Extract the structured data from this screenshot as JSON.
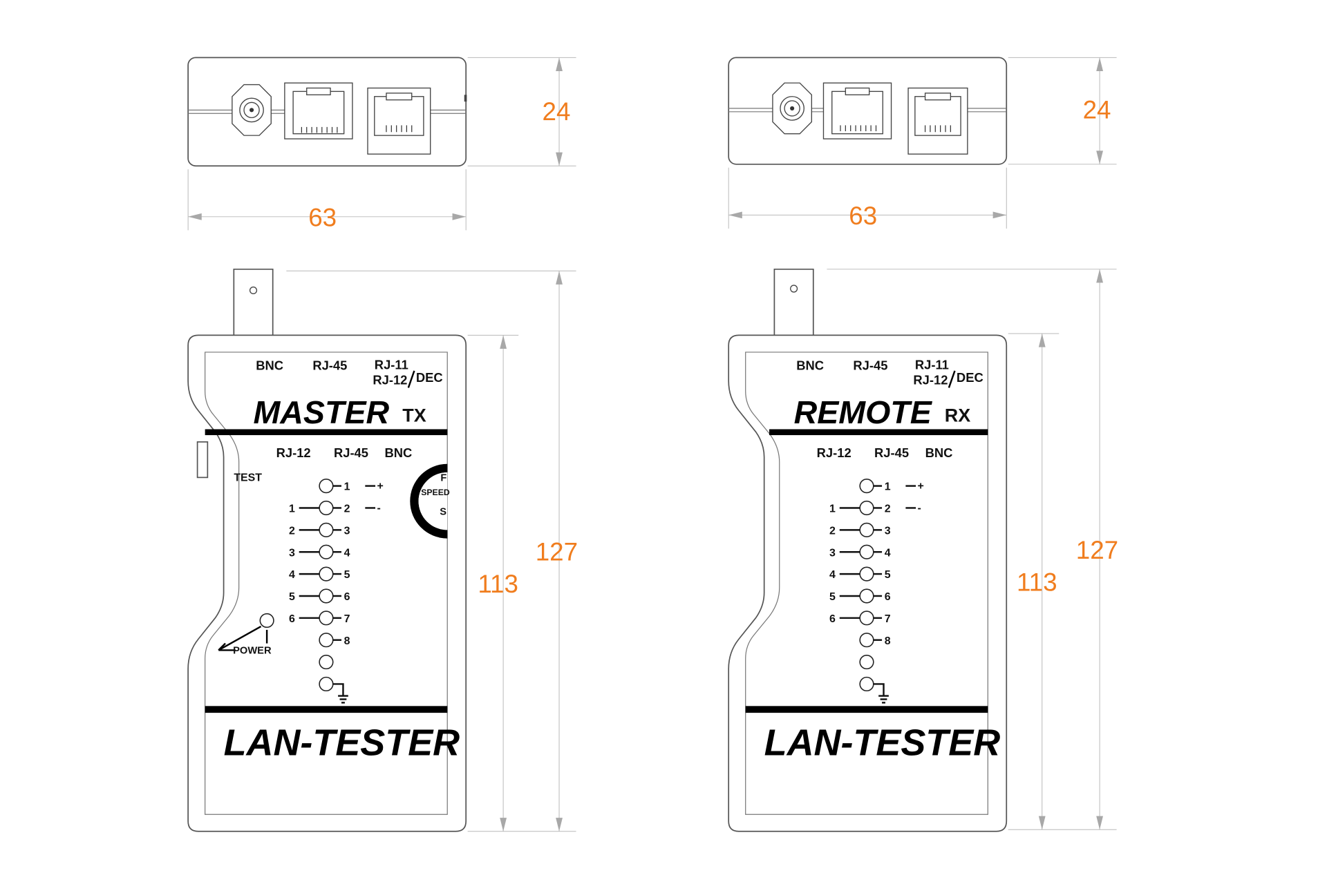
{
  "dimensions": {
    "left_height_top": "24",
    "left_width_top": "63",
    "right_height_top": "24",
    "right_width_top": "63",
    "left_body": "113",
    "left_total": "127",
    "right_body": "113",
    "right_total": "127"
  },
  "master": {
    "top_labels": {
      "bnc": "BNC",
      "rj45": "RJ-45",
      "rj11": "RJ-11",
      "rj12": "RJ-12",
      "dec": "DEC"
    },
    "title": "MASTER",
    "mode": "TX",
    "mid_labels": {
      "rj12": "RJ-12",
      "rj45": "RJ-45",
      "bnc": "BNC"
    },
    "test_label": "TEST",
    "power_label": "POWER",
    "speed_label": "SPEED",
    "speed_fast": "F",
    "speed_slow": "S",
    "bottom_title": "LAN-TESTER",
    "right_numbers": [
      "1",
      "2",
      "3",
      "4",
      "5",
      "6",
      "7",
      "8"
    ],
    "left_numbers": [
      "1",
      "2",
      "3",
      "4",
      "5",
      "6"
    ],
    "bnc_plus": "+",
    "bnc_minus": "-"
  },
  "remote": {
    "top_labels": {
      "bnc": "BNC",
      "rj45": "RJ-45",
      "rj11": "RJ-11",
      "rj12": "RJ-12",
      "dec": "DEC"
    },
    "title": "REMOTE",
    "mode": "RX",
    "mid_labels": {
      "rj12": "RJ-12",
      "rj45": "RJ-45",
      "bnc": "BNC"
    },
    "bottom_title": "LAN-TESTER",
    "right_numbers": [
      "1",
      "2",
      "3",
      "4",
      "5",
      "6",
      "7",
      "8"
    ],
    "left_numbers": [
      "1",
      "2",
      "3",
      "4",
      "5",
      "6"
    ],
    "bnc_plus": "+",
    "bnc_minus": "-"
  },
  "colors": {
    "dimension_text": "#f07d1e",
    "outline": "#555555",
    "dimension_line": "#b8b8b8"
  }
}
